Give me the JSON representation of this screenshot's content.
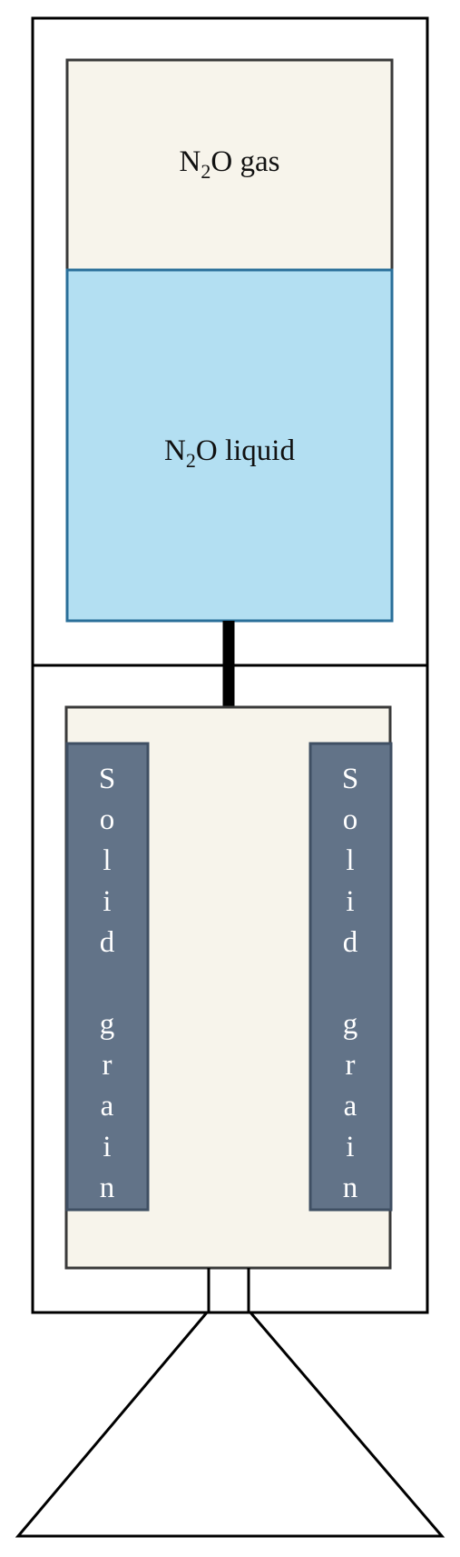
{
  "tank": {
    "gas_label": {
      "species": "N",
      "subscript": "2",
      "rest": "O gas"
    },
    "liquid_label": {
      "species": "N",
      "subscript": "2",
      "rest": "O liquid"
    }
  },
  "combustion_chamber": {
    "grain_left": {
      "letters": [
        "S",
        "o",
        "l",
        "i",
        "d",
        "",
        "g",
        "r",
        "a",
        "i",
        "n"
      ]
    },
    "grain_right": {
      "letters": [
        "S",
        "o",
        "l",
        "i",
        "d",
        "",
        "g",
        "r",
        "a",
        "i",
        "n"
      ]
    }
  },
  "colors": {
    "gas_fill": "#f7f4eb",
    "liquid_fill": "#b3dff2",
    "liquid_stroke": "#2a6f99",
    "grain_fill": "#627388",
    "grain_stroke": "#3f4f63",
    "chamber_fill": "#f7f4eb",
    "outline": "#000000",
    "inner_stroke": "#3a3a3a"
  }
}
